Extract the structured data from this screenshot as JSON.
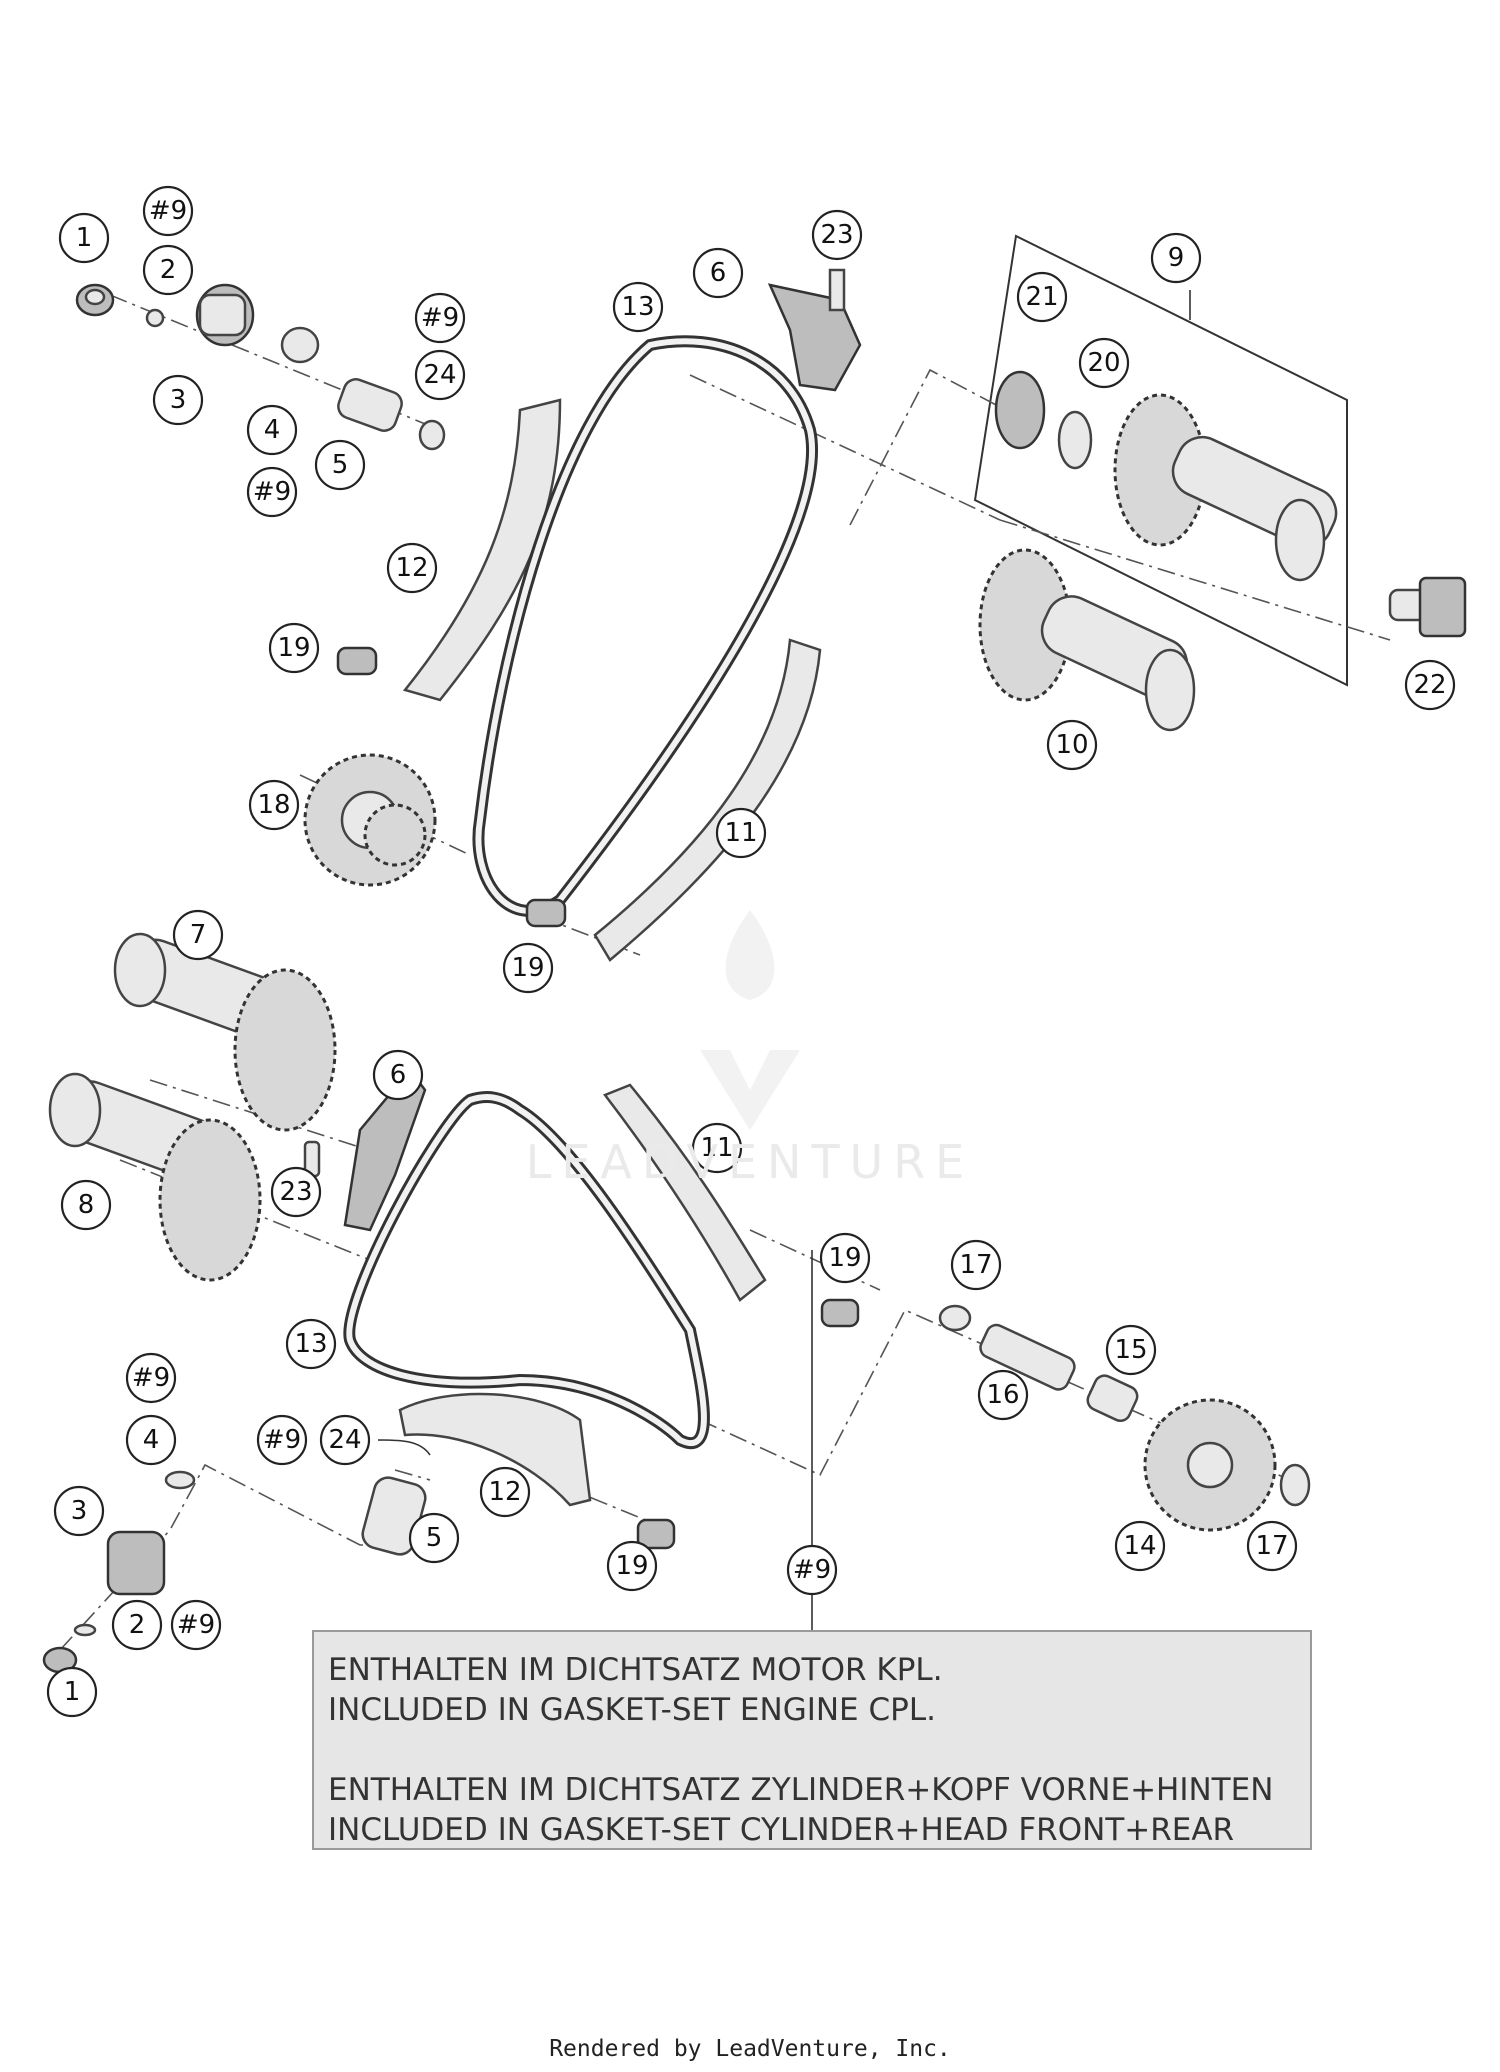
{
  "callouts": [
    {
      "label": "1"
    },
    {
      "label": "#9"
    },
    {
      "label": "2"
    },
    {
      "label": "3"
    },
    {
      "label": "4"
    },
    {
      "label": "#9"
    },
    {
      "label": "5"
    },
    {
      "label": "#9"
    },
    {
      "label": "24"
    },
    {
      "label": "12"
    },
    {
      "label": "19"
    },
    {
      "label": "18"
    },
    {
      "label": "13"
    },
    {
      "label": "6"
    },
    {
      "label": "23"
    },
    {
      "label": "9"
    },
    {
      "label": "21"
    },
    {
      "label": "20"
    },
    {
      "label": "22"
    },
    {
      "label": "10"
    },
    {
      "label": "11"
    },
    {
      "label": "19"
    },
    {
      "label": "7"
    },
    {
      "label": "6"
    },
    {
      "label": "8"
    },
    {
      "label": "23"
    },
    {
      "label": "11"
    },
    {
      "label": "19"
    },
    {
      "label": "13"
    },
    {
      "label": "17"
    },
    {
      "label": "15"
    },
    {
      "label": "16"
    },
    {
      "label": "#9"
    },
    {
      "label": "4"
    },
    {
      "label": "#9"
    },
    {
      "label": "24"
    },
    {
      "label": "12"
    },
    {
      "label": "3"
    },
    {
      "label": "5"
    },
    {
      "label": "19"
    },
    {
      "label": "2"
    },
    {
      "label": "#9"
    },
    {
      "label": "1"
    },
    {
      "label": "14"
    },
    {
      "label": "17"
    },
    {
      "label": "#9"
    }
  ],
  "note": {
    "line1": "ENTHALTEN IM DICHTSATZ MOTOR KPL.",
    "line2": "INCLUDED IN GASKET-SET ENGINE CPL.",
    "line3": "ENTHALTEN IM DICHTSATZ ZYLINDER+KOPF VORNE+HINTEN",
    "line4": "INCLUDED IN GASKET-SET CYLINDER+HEAD FRONT+REAR"
  },
  "watermark": "LEADVENTURE",
  "footer": "Rendered by LeadVenture, Inc."
}
